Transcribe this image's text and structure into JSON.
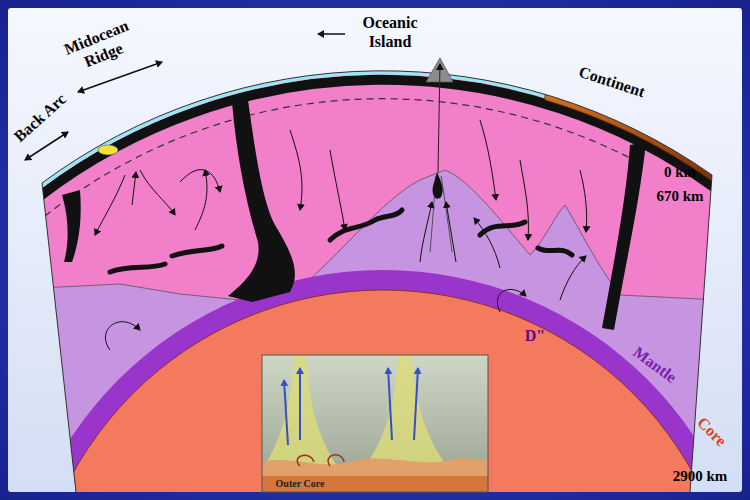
{
  "diagram": {
    "labels": [
      "Oceanic Island",
      "Midocean Ridge",
      "Back Arc",
      "Continent",
      "0 km",
      "670 km",
      "D\"",
      "Mantle",
      "Core",
      "2900 km",
      "Outer Core"
    ]
  }
}
